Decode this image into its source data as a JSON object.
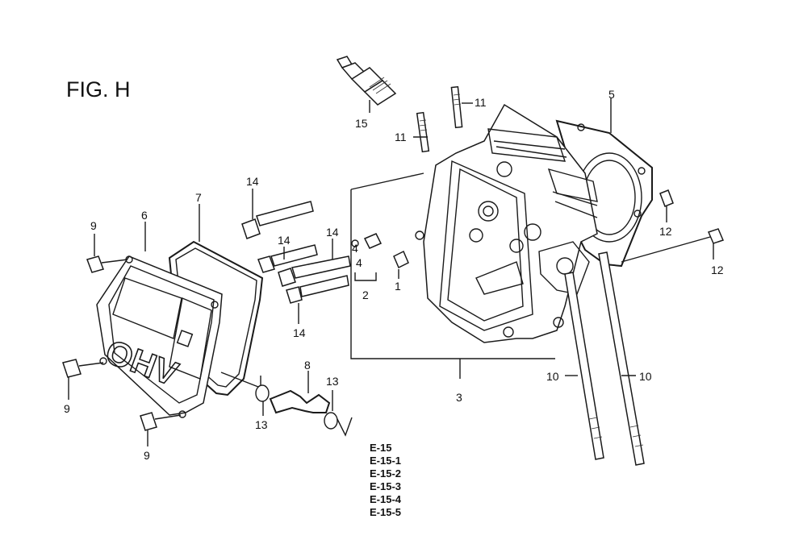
{
  "figure": {
    "title": "FIG. H"
  },
  "callouts": {
    "c1": "1",
    "c2": "2",
    "c3": "3",
    "c4a": "4",
    "c4b": "4",
    "c5": "5",
    "c6": "6",
    "c7": "7",
    "c8": "8",
    "c9a": "9",
    "c9b": "9",
    "c9c": "9",
    "c10a": "10",
    "c10b": "10",
    "c11a": "11",
    "c11b": "11",
    "c12a": "12",
    "c12b": "12",
    "c13a": "13",
    "c13b": "13",
    "c14a": "14",
    "c14b": "14",
    "c14c": "14",
    "c14d": "14",
    "c15": "15"
  },
  "cover_mark": "OHV",
  "references": [
    "E-15",
    "E-15-1",
    "E-15-2",
    "E-15-3",
    "E-15-4",
    "E-15-5"
  ]
}
